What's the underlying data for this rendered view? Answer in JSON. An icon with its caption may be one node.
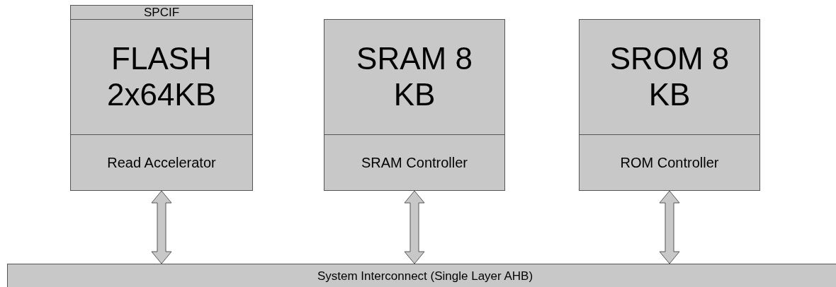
{
  "diagram": {
    "nodes": [
      {
        "text": [
          "SPCIF"
        ]
      },
      {
        "text": [
          "FLASH 2x64KB"
        ]
      },
      {
        "text": [
          "Read Accelerator"
        ]
      },
      {
        "text": [
          "SRAM 8 KB"
        ]
      },
      {
        "text": [
          "SRAM Controller"
        ]
      },
      {
        "text": [
          "SROM 8 KB"
        ]
      },
      {
        "text": [
          "ROM Controller"
        ]
      },
      {
        "text": [
          "System Interconnect (Single Layer AHB)"
        ]
      }
    ],
    "edges": [
      {
        "from": 2,
        "to": 7,
        "arrow": "both"
      },
      {
        "from": 4,
        "to": 7,
        "arrow": "both"
      },
      {
        "from": 6,
        "to": 7,
        "arrow": "both"
      }
    ]
  }
}
